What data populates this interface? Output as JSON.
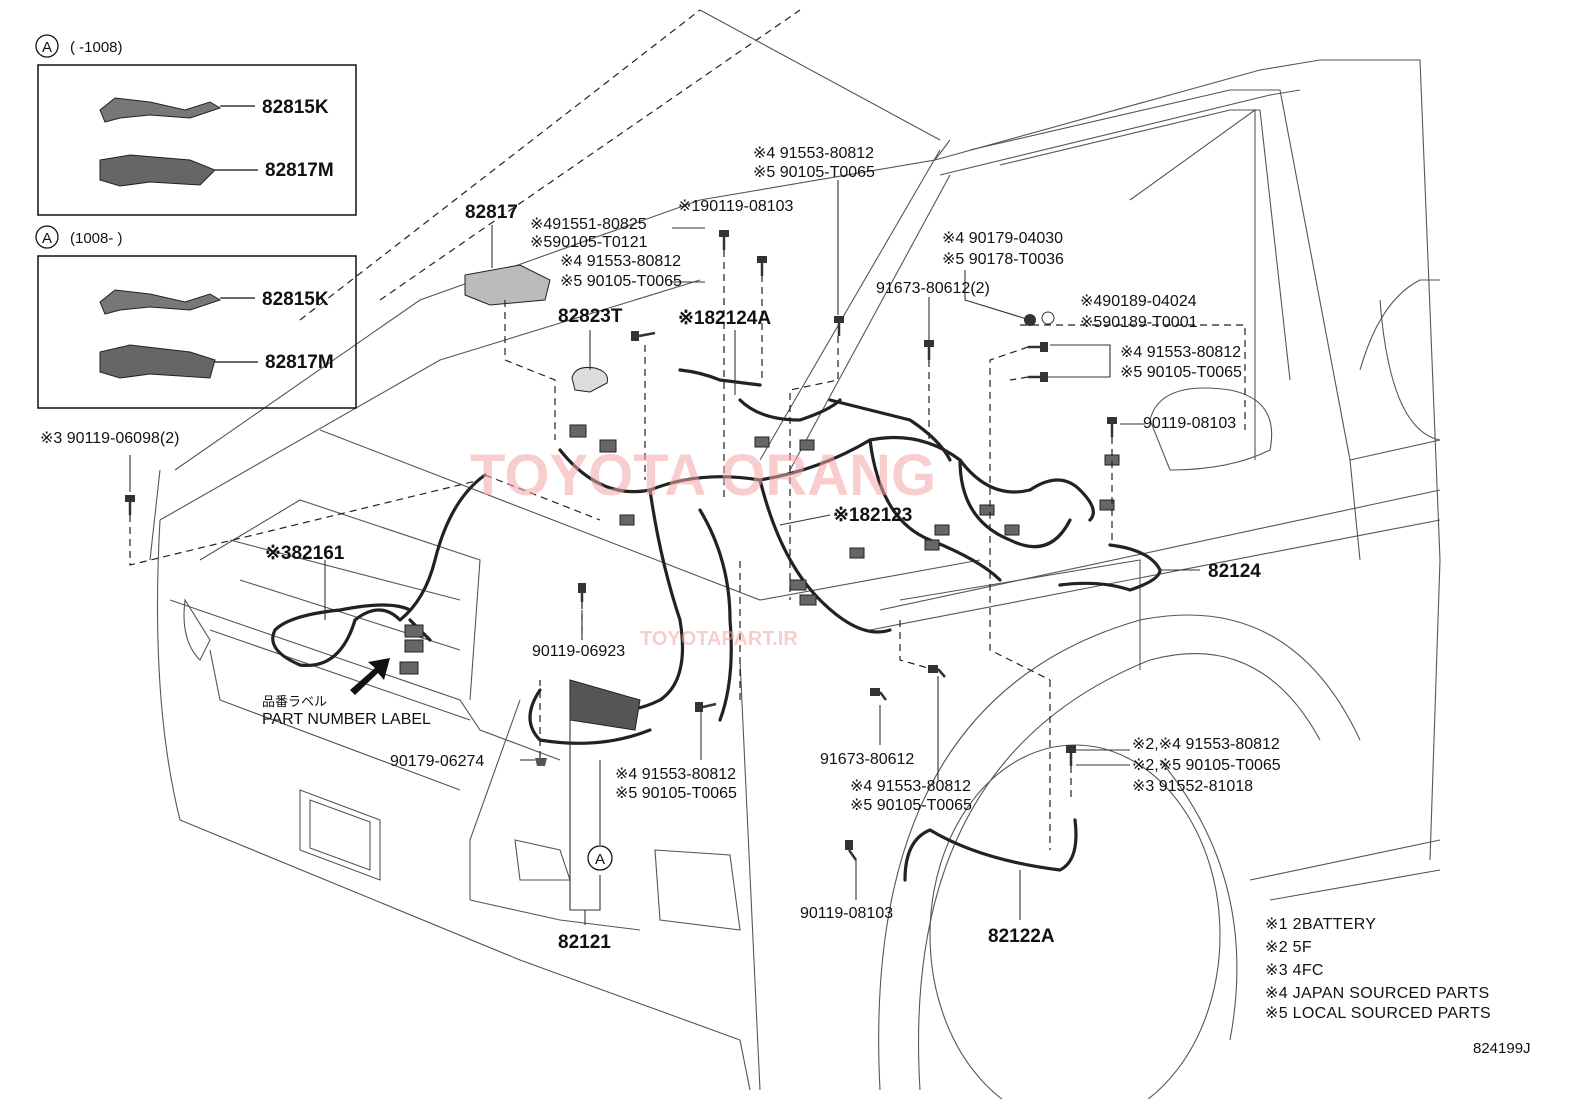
{
  "inset_boxes": [
    {
      "circle_letter": "A",
      "range": "(      -1008)",
      "parts": [
        "82815K",
        "82817M"
      ]
    },
    {
      "circle_letter": "A",
      "range": "(1008-      )",
      "parts": [
        "82815K",
        "82817M"
      ]
    }
  ],
  "callouts": {
    "c_82817": "82817",
    "c_91551_80825": "※491551-80825",
    "c_90105_T0121": "※590105-T0121",
    "c_91553_80812_a": "※4 91553-80812",
    "c_90105_T0065_a": "※5 90105-T0065",
    "c_90119_08103_bat": "※190119-08103",
    "c_91553_80812_top": "※4 91553-80812",
    "c_90105_T0065_top": "※5 90105-T0065",
    "c_82823T": "82823T",
    "c_82124A": "※182124A",
    "c_90179_04030": "※4 90179-04030",
    "c_90178_T0036": "※5 90178-T0036",
    "c_91673_80612_2": "91673-80612(2)",
    "c_90189_04024": "※490189-04024",
    "c_90189_T0001": "※590189-T0001",
    "c_91553_80812_r": "※4 91553-80812",
    "c_90105_T0065_r": "※5 90105-T0065",
    "c_90119_08103_r": "90119-08103",
    "c_90119_06098": "※3 90119-06098(2)",
    "c_82161": "※382161",
    "c_82123": "※182123",
    "c_82124": "82124",
    "c_90119_06923": "90119-06923",
    "c_label_jp": "品番ラベル",
    "c_label_en": "PART NUMBER LABEL",
    "c_90179_06274": "90179-06274",
    "c_91553_80812_m": "※4 91553-80812",
    "c_90105_T0065_m": "※5 90105-T0065",
    "c_91673_80612": "91673-80612",
    "c_91553_80812_b": "※4 91553-80812",
    "c_90105_T0065_b": "※5 90105-T0065",
    "c_2_4_91553_80812": "※2,※4 91553-80812",
    "c_2_5_90105_T0065": "※2,※5 90105-T0065",
    "c_3_91552_81018": "※3 91552-81018",
    "c_90119_08103_b": "90119-08103",
    "c_82121": "82121",
    "c_circle_A": "A",
    "c_82122A": "82122A"
  },
  "legend": [
    "※1 2BATTERY",
    "※2 5F",
    "※3 4FC",
    "※4 JAPAN SOURCED PARTS",
    "※5 LOCAL SOURCED PARTS"
  ],
  "watermark": {
    "brand": "TOYOTA ORANG",
    "site": "TOYOTAPART.IR",
    "color": "#f4a6a6"
  },
  "diagram_code": "824199J"
}
